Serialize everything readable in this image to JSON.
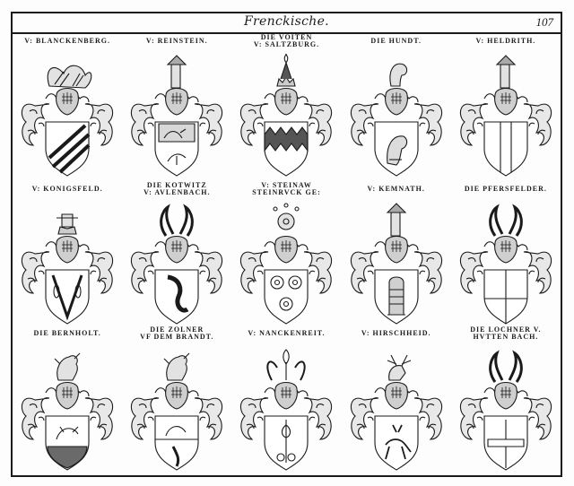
{
  "header": {
    "title": "Frenckische.",
    "page_number": "107"
  },
  "colors": {
    "ink": "#1a1a1a",
    "paper": "#fdfdfd"
  },
  "rows": [
    {
      "entries": [
        {
          "label_lines": [
            "V: Blanckenberg."
          ],
          "shield": "bend-sinister-stripes",
          "crest": "plumed-wings"
        },
        {
          "label_lines": [
            "V: Reinstein."
          ],
          "shield": "lion-over-branch",
          "crest": "bust-with-hat"
        },
        {
          "label_lines": [
            "Die Voiten",
            "V: Saltzburg."
          ],
          "shield": "dancetty-fess",
          "crest": "plumed-cap-crown"
        },
        {
          "label_lines": [
            "Die Hundt."
          ],
          "shield": "dog-head",
          "crest": "dog-head"
        },
        {
          "label_lines": [
            "V: Heldrith."
          ],
          "shield": "pale",
          "crest": "bust-with-hat"
        }
      ]
    },
    {
      "entries": [
        {
          "label_lines": [
            "V: Konigsfeld."
          ],
          "shield": "chevron-reversed-with-leaves",
          "crest": "crowned-bust"
        },
        {
          "label_lines": [
            "Die Kotwitz",
            "V: Avlenbach."
          ],
          "shield": "fish-hook",
          "crest": "horns"
        },
        {
          "label_lines": [
            "V: Steinaw",
            "Steinrvck ge:"
          ],
          "shield": "three-roses",
          "crest": "rose-with-plumes"
        },
        {
          "label_lines": [
            "V: Kemnath."
          ],
          "shield": "tower",
          "crest": "bust-with-hat"
        },
        {
          "label_lines": [
            "Die Pfersfelder."
          ],
          "shield": "quarterly-fess",
          "crest": "horns"
        }
      ]
    },
    {
      "entries": [
        {
          "label_lines": [
            "Die Bernholt."
          ],
          "shield": "lion-over-bars",
          "crest": "lion"
        },
        {
          "label_lines": [
            "Die Zolner",
            "Vf dem Brandt."
          ],
          "shield": "lion-per-fess",
          "crest": "lion"
        },
        {
          "label_lines": [
            "V: Nanckenreit."
          ],
          "shield": "fleur-de-lis-on-rings",
          "crest": "fleur-de-lis-plumes"
        },
        {
          "label_lines": [
            "V: Hirschheid."
          ],
          "shield": "stag",
          "crest": "stag"
        },
        {
          "label_lines": [
            "Die Lochner V.",
            "Hvtten Bach."
          ],
          "shield": "oval-fess-quartered",
          "crest": "horns"
        }
      ]
    }
  ]
}
